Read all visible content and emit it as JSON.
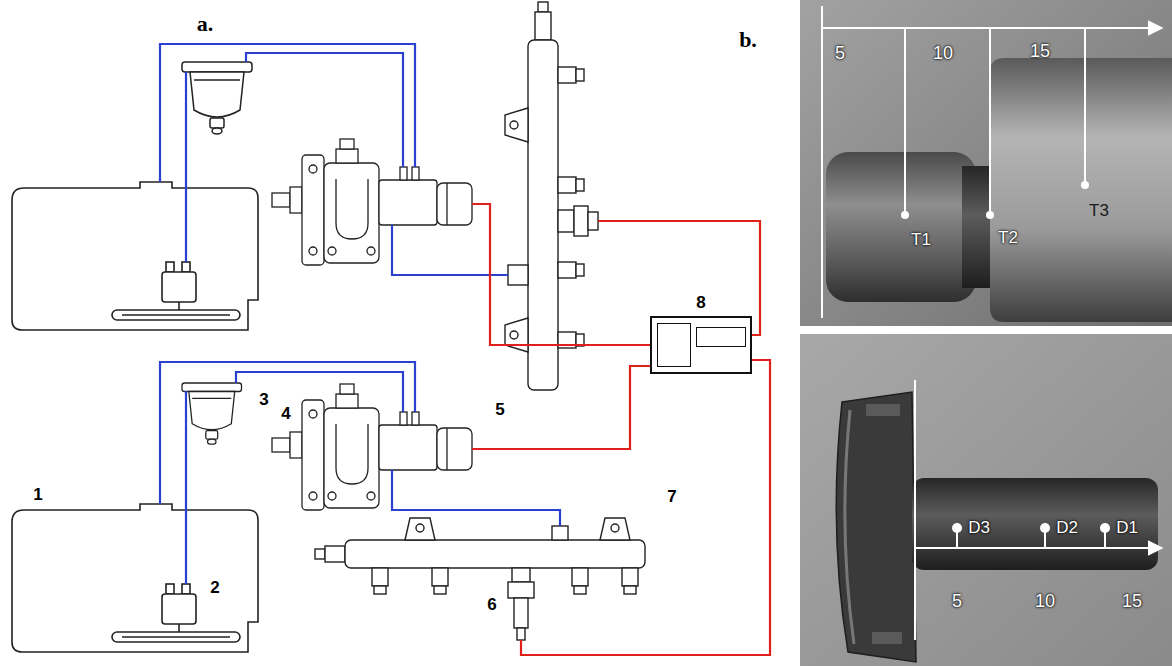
{
  "diagram": {
    "nodes": [
      {
        "text": [
          "8"
        ]
      }
    ],
    "labels": [
      "a.",
      "b.",
      "1",
      "2",
      "3",
      "4",
      "5",
      "6",
      "7",
      "5",
      "10",
      "15",
      "T1",
      "T2",
      "T3",
      "5",
      "10",
      "15",
      "D3",
      "D2",
      "D1"
    ]
  }
}
